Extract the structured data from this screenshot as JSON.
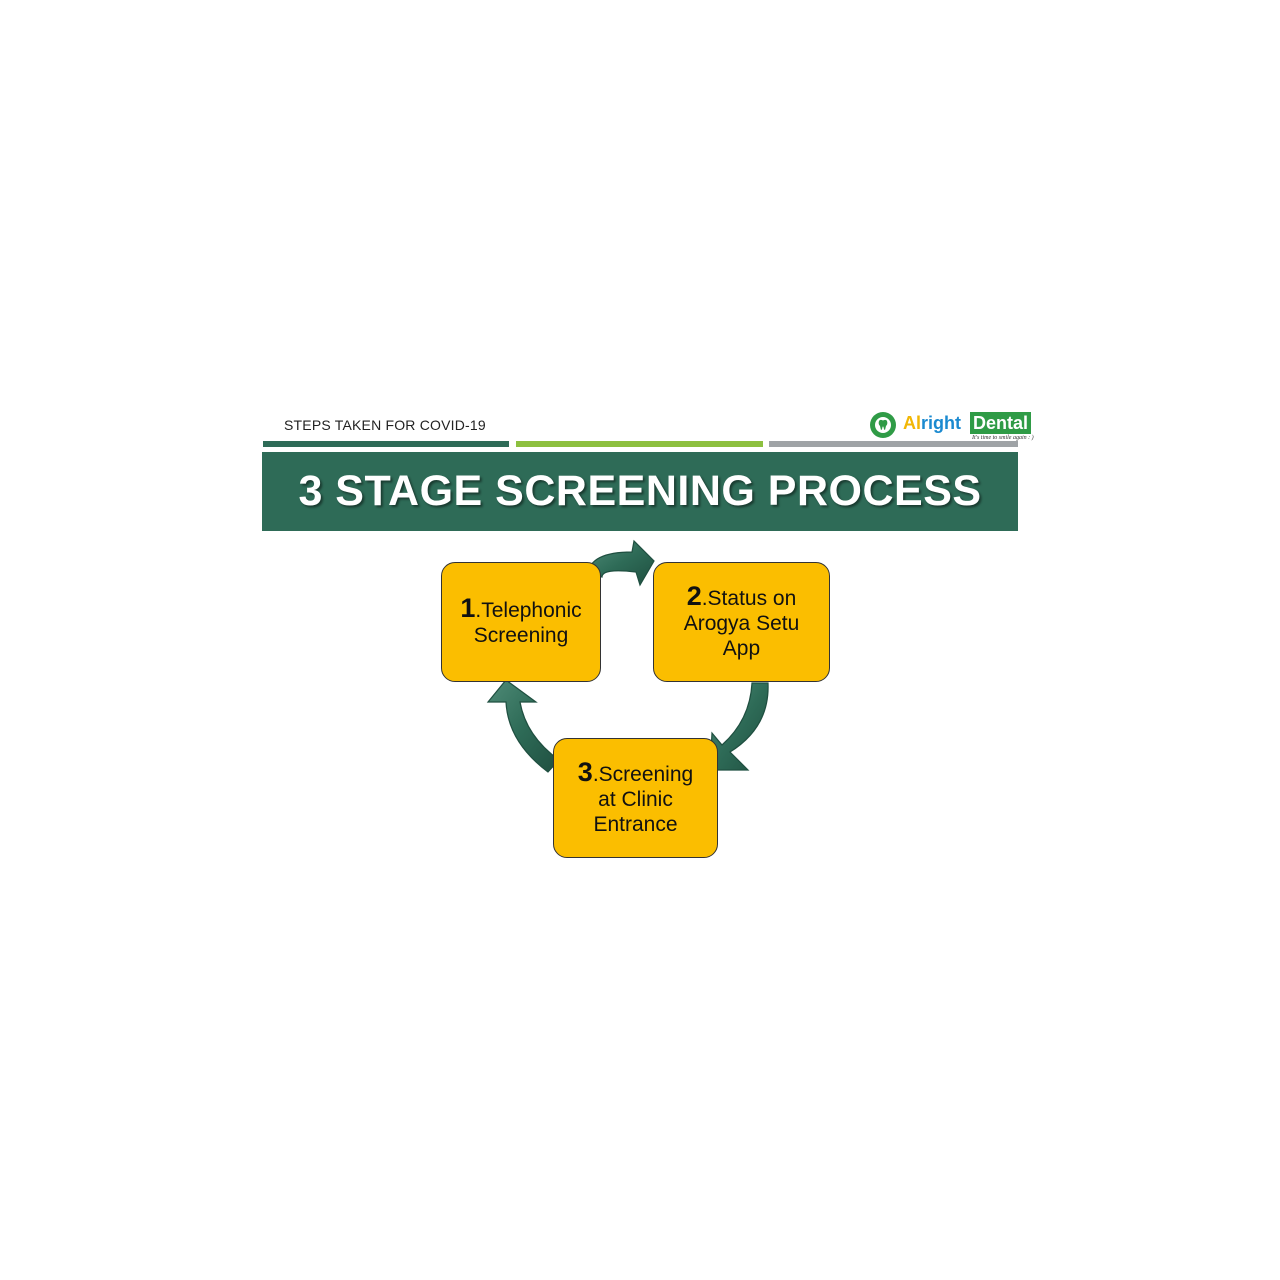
{
  "header": {
    "section_label": "STEPS TAKEN FOR COVID-19",
    "logo": {
      "name_part_1": "Al",
      "name_part_2": "right",
      "name_part_3": "Dental",
      "tagline": "It's time to smile again : )",
      "icon": "tooth-icon"
    }
  },
  "title": "3 STAGE SCREENING PROCESS",
  "steps": [
    {
      "number": "1",
      "text_line_1": ".Telephonic",
      "text_line_2": "Screening",
      "text_line_3": ""
    },
    {
      "number": "2",
      "text_line_1": ".Status on",
      "text_line_2": "Arogya Setu",
      "text_line_3": "App"
    },
    {
      "number": "3",
      "text_line_1": ".Screening",
      "text_line_2": "at Clinic",
      "text_line_3": "Entrance"
    }
  ],
  "colors": {
    "banner": "#2e6b57",
    "step_fill": "#fbbe00",
    "arrow": "#2e6b57",
    "rule_green": "#8dc03f",
    "rule_gray": "#9fa3a6"
  }
}
